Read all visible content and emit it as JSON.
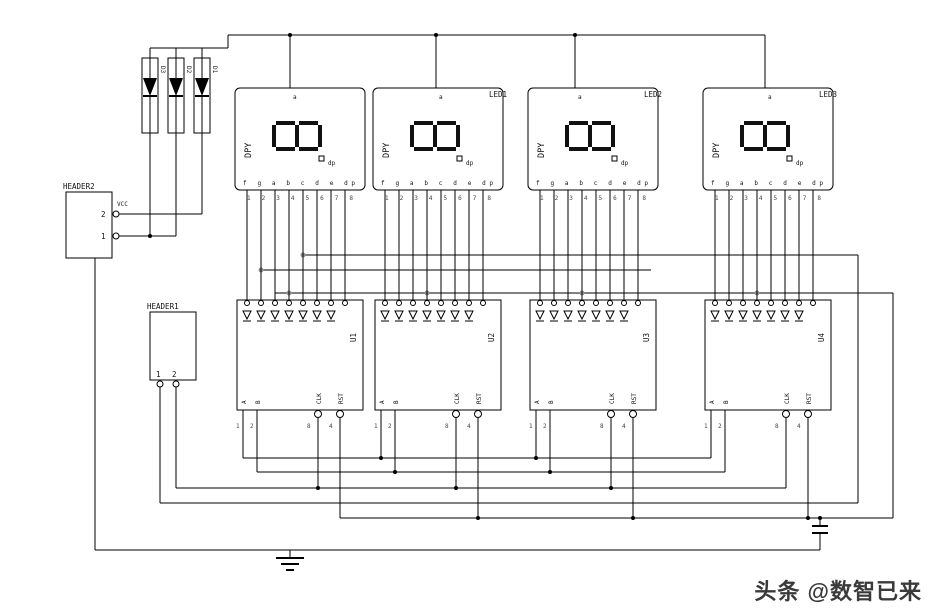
{
  "watermark": {
    "text": "头条 @数智已来"
  },
  "diodes": {
    "labels": [
      "D3",
      "D2",
      "D1"
    ]
  },
  "header2": {
    "label": "HEADER2",
    "tag": "VCC",
    "pin_top": "2",
    "pin_bottom": "1"
  },
  "header1": {
    "label": "HEADER1",
    "pin_1": "1",
    "pin_2": "2"
  },
  "displays": [
    {
      "ref": "",
      "part": "DPY",
      "top_pin": "a",
      "dp": "dp",
      "segments": "f g a b c d e dp",
      "pins": "1 2 3 4 5 6 7 8"
    },
    {
      "ref": "LED1",
      "part": "DPY",
      "top_pin": "a",
      "dp": "dp",
      "segments": "f g a b c d e dp",
      "pins": "1 2 3 4 5 6 7 8"
    },
    {
      "ref": "LED2",
      "part": "DPY",
      "top_pin": "a",
      "dp": "dp",
      "segments": "f g a b c d e dp",
      "pins": "1 2 3 4 5 6 7 8"
    },
    {
      "ref": "LED3",
      "part": "DPY",
      "top_pin": "a",
      "dp": "dp",
      "segments": "f g a b c d e dp",
      "pins": "1 2 3 4 5 6 7 8"
    }
  ],
  "drivers": [
    {
      "ref": "U1",
      "clk": "CLK",
      "rst": "RST",
      "in_a": "A",
      "in_b": "B",
      "pins": {
        "p1": "1",
        "p2": "2",
        "clk": "8",
        "rst": "4"
      }
    },
    {
      "ref": "U2",
      "clk": "CLK",
      "rst": "RST",
      "in_a": "A",
      "in_b": "B",
      "pins": {
        "p1": "1",
        "p2": "2",
        "clk": "8",
        "rst": "4"
      }
    },
    {
      "ref": "U3",
      "clk": "CLK",
      "rst": "RST",
      "in_a": "A",
      "in_b": "B",
      "pins": {
        "p1": "1",
        "p2": "2",
        "clk": "8",
        "rst": "4"
      }
    },
    {
      "ref": "U4",
      "clk": "CLK",
      "rst": "RST",
      "in_a": "A",
      "in_b": "B",
      "pins": {
        "p1": "1",
        "p2": "2",
        "clk": "8",
        "rst": "4"
      }
    }
  ]
}
